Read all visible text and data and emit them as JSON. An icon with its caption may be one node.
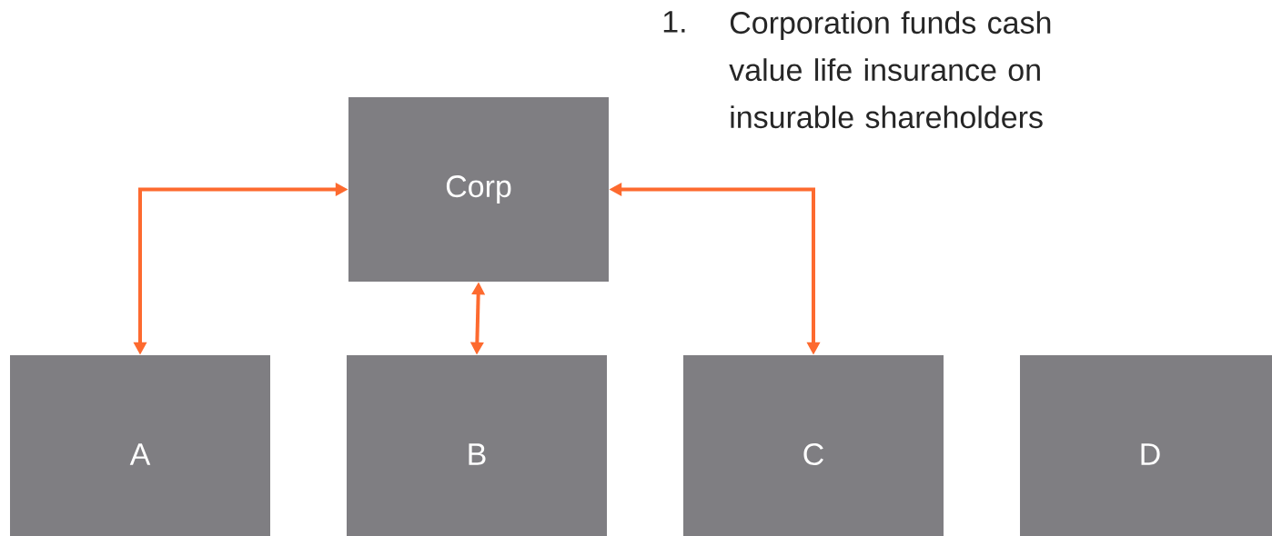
{
  "diagram": {
    "nodes": [
      {
        "text": [
          "Corp"
        ]
      },
      {
        "text": [
          "A"
        ]
      },
      {
        "text": [
          "B"
        ]
      },
      {
        "text": [
          "C"
        ]
      },
      {
        "text": [
          "D"
        ]
      }
    ],
    "edges": [
      {
        "from": 0,
        "to": 1,
        "arrow": "both"
      },
      {
        "from": 0,
        "to": 2,
        "arrow": "both"
      },
      {
        "from": 0,
        "to": 3,
        "arrow": "both"
      }
    ],
    "labels": [
      "1.",
      "Corporation funds cash value life insurance on insurable shareholders"
    ]
  }
}
